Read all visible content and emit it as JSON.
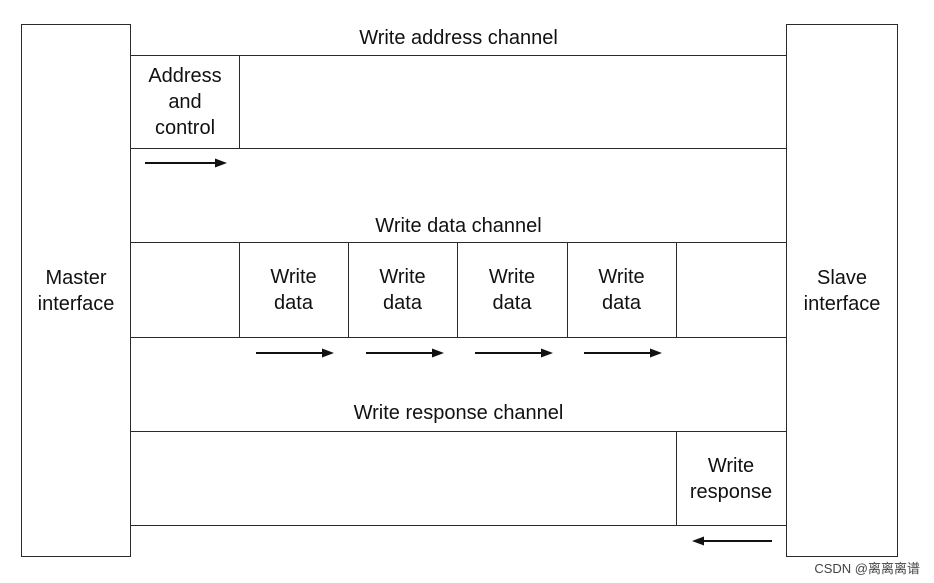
{
  "diagram": {
    "master": "Master\ninterface",
    "slave": "Slave\ninterface",
    "channels": {
      "write_address": "Write address channel",
      "write_data": "Write data channel",
      "write_response": "Write response channel"
    },
    "cells": {
      "address_control": "Address\nand\ncontrol",
      "write_data_1": "Write\ndata",
      "write_data_2": "Write\ndata",
      "write_data_3": "Write\ndata",
      "write_data_4": "Write\ndata",
      "write_response": "Write\nresponse"
    }
  },
  "watermark": "CSDN @离离离谱"
}
